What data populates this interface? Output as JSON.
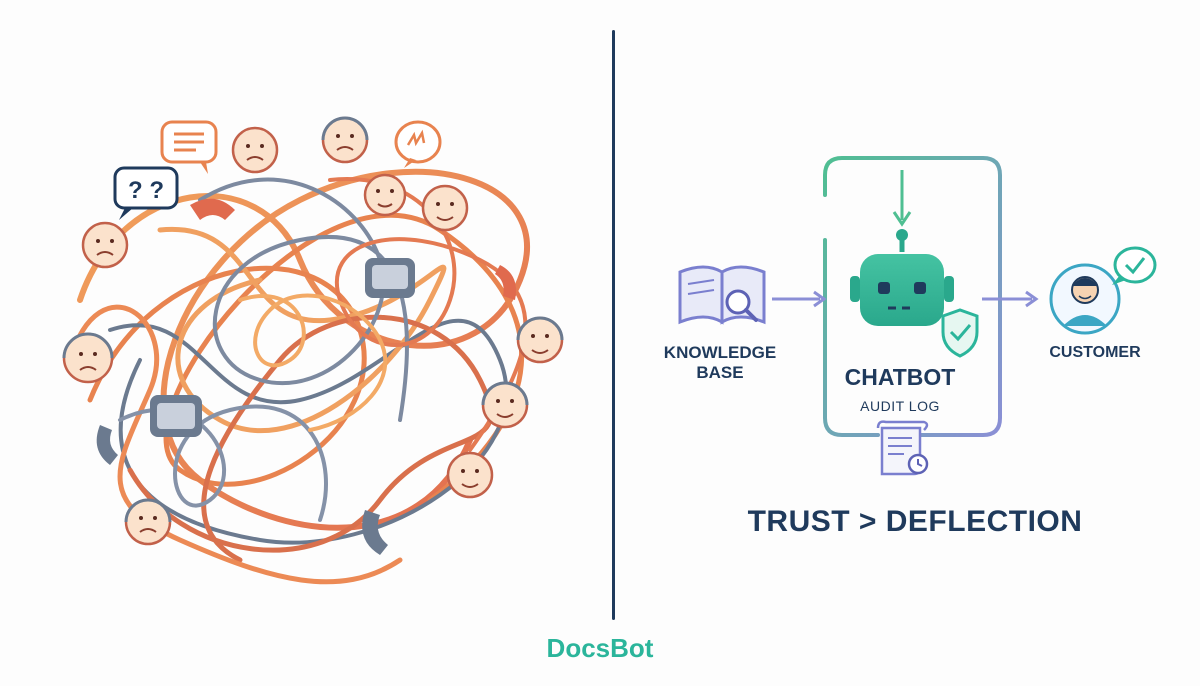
{
  "diagram": {
    "left": {
      "speech_marks": "? ?"
    },
    "right": {
      "knowledge_base_label": "KNOWLEDGE\nBASE",
      "chatbot_label": "CHATBOT",
      "audit_log_label": "AUDIT LOG",
      "customer_label": "CUSTOMER",
      "tagline": "TRUST > DEFLECTION"
    },
    "brand": "DocsBot"
  },
  "colors": {
    "navy": "#1f3a5c",
    "teal": "#2bb59b",
    "orange": "#e8834f",
    "slate": "#6b7a8f",
    "purple": "#8b8fd6"
  }
}
